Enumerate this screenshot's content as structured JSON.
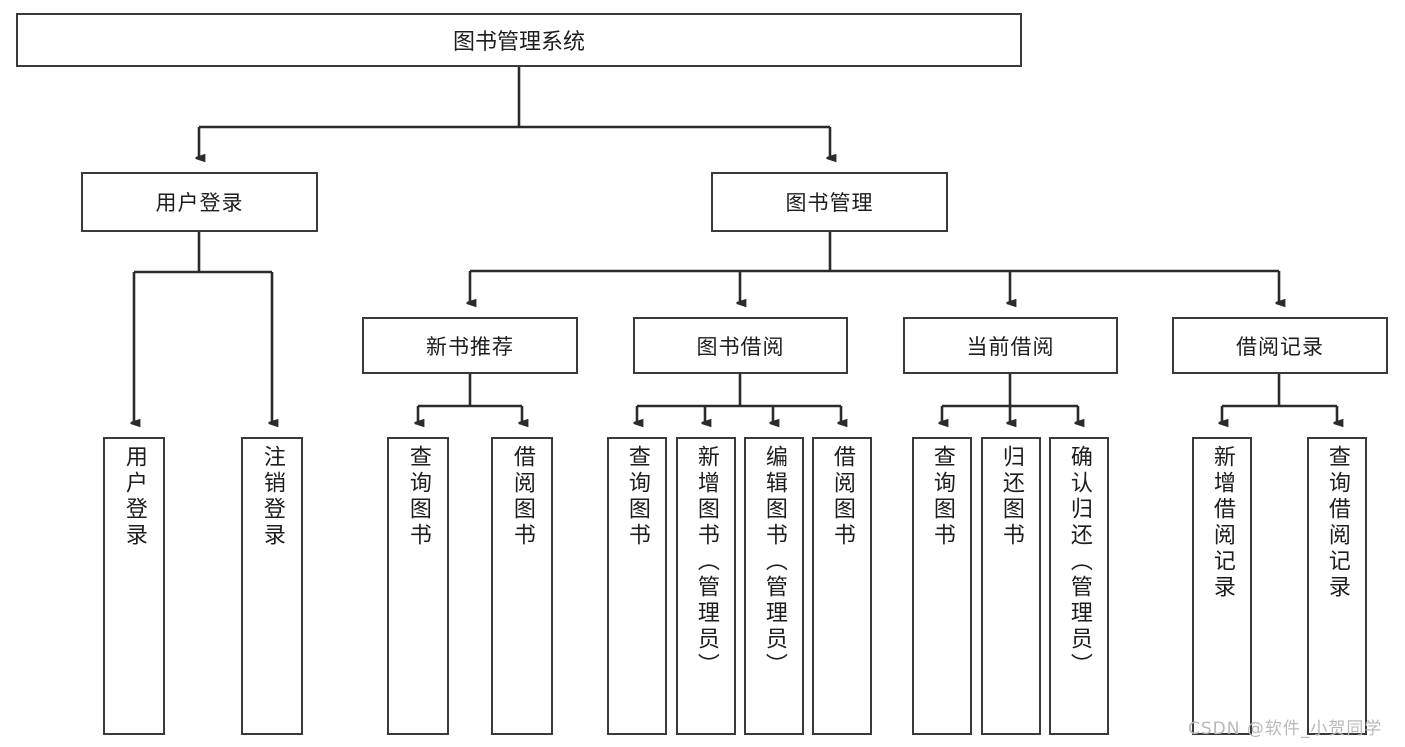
{
  "diagram": {
    "title": "图书管理系统",
    "watermark": "CSDN @软件_小贺同学",
    "colors": {
      "box_border": "#3a3a3a",
      "box_fill": "#ffffff",
      "link": "#2b2b2b",
      "text": "#1d1d1d",
      "watermark": "#b9b9b9",
      "background": "#ffffff"
    },
    "root": {
      "label": "图书管理系统"
    },
    "level2": [
      {
        "label": "用户登录"
      },
      {
        "label": "图书管理"
      }
    ],
    "level3": [
      {
        "label": "新书推荐"
      },
      {
        "label": "图书借阅"
      },
      {
        "label": "当前借阅"
      },
      {
        "label": "借阅记录"
      }
    ],
    "leaves": {
      "user_login": [
        {
          "label": "用户登录"
        },
        {
          "label": "注销登录"
        }
      ],
      "new_book_recommend": [
        {
          "label": "查询图书"
        },
        {
          "label": "借阅图书"
        }
      ],
      "book_borrow": [
        {
          "label": "查询图书"
        },
        {
          "label": "新增图书（管理员）"
        },
        {
          "label": "编辑图书（管理员）"
        },
        {
          "label": "借阅图书"
        }
      ],
      "current_borrow": [
        {
          "label": "查询图书"
        },
        {
          "label": "归还图书"
        },
        {
          "label": "确认归还（管理员）"
        }
      ],
      "borrow_record": [
        {
          "label": "新增借阅记录"
        },
        {
          "label": "查询借阅记录"
        }
      ]
    }
  }
}
